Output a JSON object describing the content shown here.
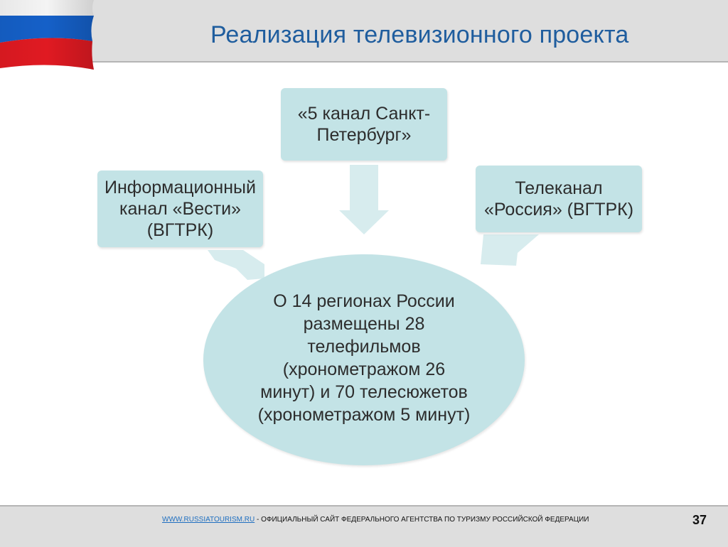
{
  "header": {
    "title": "Реализация телевизионного проекта"
  },
  "diagram": {
    "top_box": [
      "«5 канал Санкт-",
      "Петербург»"
    ],
    "left_box": [
      "Информационный",
      "канал «Вести»",
      "(ВГТРК)"
    ],
    "right_box": [
      "Телеканал",
      "«Россия» (ВГТРК)"
    ],
    "center": [
      "О 14 регионах России",
      "размещены 28",
      "телефильмов",
      "(хронометражом 26",
      "минут) и 70 телесюжетов",
      "(хронометражом 5 минут)"
    ]
  },
  "footer": {
    "link": "WWW.RUSSIATOURISM.RU",
    "text": " - ОФИЦИАЛЬНЫЙ САЙТ ФЕДЕРАЛЬНОГО АГЕНТСТВА ПО ТУРИЗМУ РОССИЙСКОЙ ФЕДЕРАЦИИ",
    "page_number": "37"
  },
  "colors": {
    "title": "#1f5d9e",
    "box_fill": "#c3e3e6",
    "arrow_fill": "#d7ecee",
    "header_bg": "#dedede",
    "flag_white": "#ffffff",
    "flag_blue": "#1560c8",
    "flag_red": "#e01a22"
  }
}
